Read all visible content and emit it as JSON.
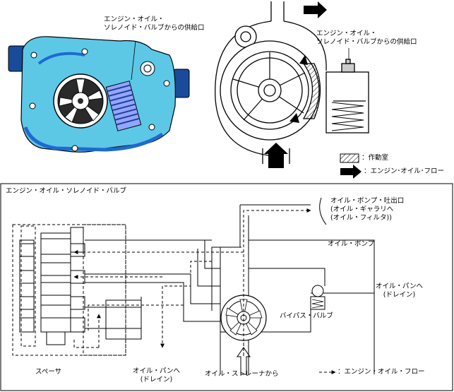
{
  "top_left": {
    "supply_port_label_1": "エンジン・オイル・",
    "supply_port_label_2": "ソレノイド・バルブからの供給口"
  },
  "top_right": {
    "supply_port_label_1": "エンジン・オイル・",
    "supply_port_label_2": "ソレノイド・バルブからの供給口",
    "legend_chamber": "：作動室",
    "legend_flow": "：エンジン･オイル･フロー"
  },
  "bottom": {
    "valve_title": "エンジン・オイル・ソレノイド・バルブ",
    "pump_outlet_1": "オイル・ポンプ・吐出口",
    "pump_outlet_2": "(オイル・ギャラリへ",
    "pump_outlet_3": "(オイル・フィルタ))",
    "oil_pump": "オイル・ポンプ",
    "to_pan_right_1": "オイル・パンへ",
    "to_pan_right_2": "(ドレイン)",
    "bypass_valve": "バイパス・バルブ",
    "to_pan_bottom_1": "オイル・パンへ",
    "to_pan_bottom_2": "(ドレイン)",
    "strainer": "オイル・ストレーナから",
    "spacer": "スペーサ",
    "legend_flow": "：エンジン・オイル・フロー"
  },
  "colors": {
    "pump_body": "#5cc8e6",
    "pump_shadow": "#1e6ad0"
  }
}
